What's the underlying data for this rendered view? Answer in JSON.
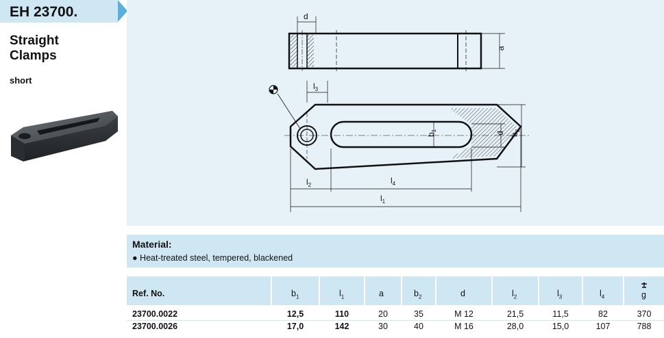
{
  "header": {
    "code": "EH 23700.",
    "title_line1": "Straight",
    "title_line2": "Clamps",
    "subtitle": "short"
  },
  "colors": {
    "accent": "#5ab0dc",
    "light_panel": "#e7f1f8",
    "header_fill": "#cfe6f3"
  },
  "drawing": {
    "labels": {
      "d_top": "d",
      "a": "a",
      "l3": "l",
      "l3_sub": "3",
      "b1": "b",
      "b1_sub": "1",
      "d_side": "d",
      "b2": "b",
      "b2_sub": "2",
      "l2": "l",
      "l2_sub": "2",
      "l4": "l",
      "l4_sub": "4",
      "l1": "l",
      "l1_sub": "1"
    }
  },
  "material": {
    "title": "Material:",
    "items": [
      "Heat-treated steel, tempered, blackened"
    ]
  },
  "table": {
    "headers": {
      "ref": "Ref. No.",
      "b1": "b",
      "b1_sub": "1",
      "l1": "l",
      "l1_sub": "1",
      "a": "a",
      "b2": "b",
      "b2_sub": "2",
      "d": "d",
      "l2": "l",
      "l2_sub": "2",
      "l3": "l",
      "l3_sub": "3",
      "l4": "l",
      "l4_sub": "4",
      "weight_unit": "g"
    },
    "rows": [
      {
        "ref": "23700.0022",
        "b1": "12,5",
        "l1": "110",
        "a": "20",
        "b2": "35",
        "d": "M  12",
        "l2": "21,5",
        "l3": "11,5",
        "l4": "82",
        "g": "370"
      },
      {
        "ref": "23700.0026",
        "b1": "17,0",
        "l1": "142",
        "a": "30",
        "b2": "40",
        "d": "M  16",
        "l2": "28,0",
        "l3": "15,0",
        "l4": "107",
        "g": "788"
      }
    ]
  }
}
